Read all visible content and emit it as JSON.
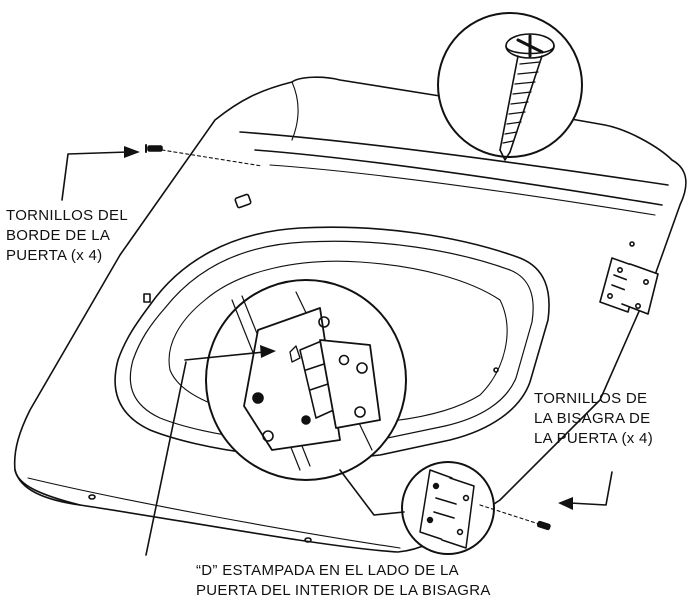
{
  "callouts": {
    "door_edge_screws": [
      "TORNILLOS DEL",
      "BORDE DE LA",
      "PUERTA (x 4)"
    ],
    "door_hinge_screws": [
      "TORNILLOS DE",
      "LA BISAGRA DE",
      "LA PUERTA (x 4)"
    ],
    "d_stamp": [
      "“D” ESTAMPADA EN EL LADO DE LA",
      "PUERTA DEL INTERIOR DE LA BISAGRA"
    ]
  },
  "colors": {
    "ink": "#111111",
    "paper": "#ffffff"
  },
  "icons": [
    "screw-icon",
    "hinge-icon",
    "door-panel-drawing"
  ]
}
